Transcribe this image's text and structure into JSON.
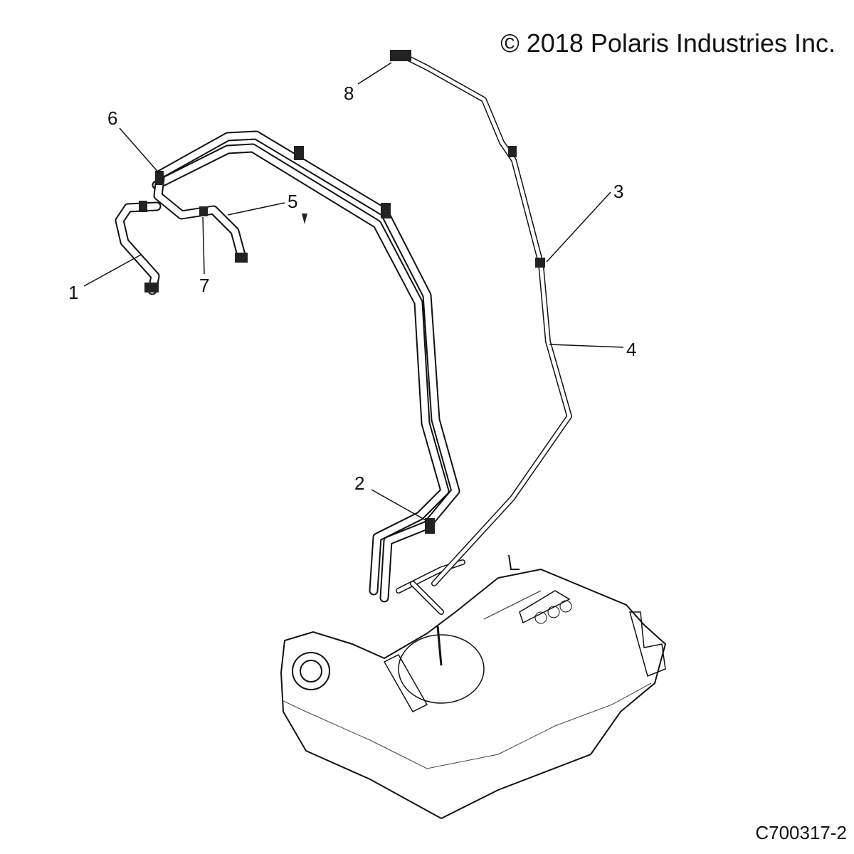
{
  "copyright": "© 2018 Polaris Industries Inc.",
  "figure_number": "C700317-2",
  "callouts": {
    "c1": "1",
    "c2": "2",
    "c3": "3",
    "c4": "4",
    "c5": "5",
    "c6": "6",
    "c7": "7",
    "c8": "8"
  }
}
